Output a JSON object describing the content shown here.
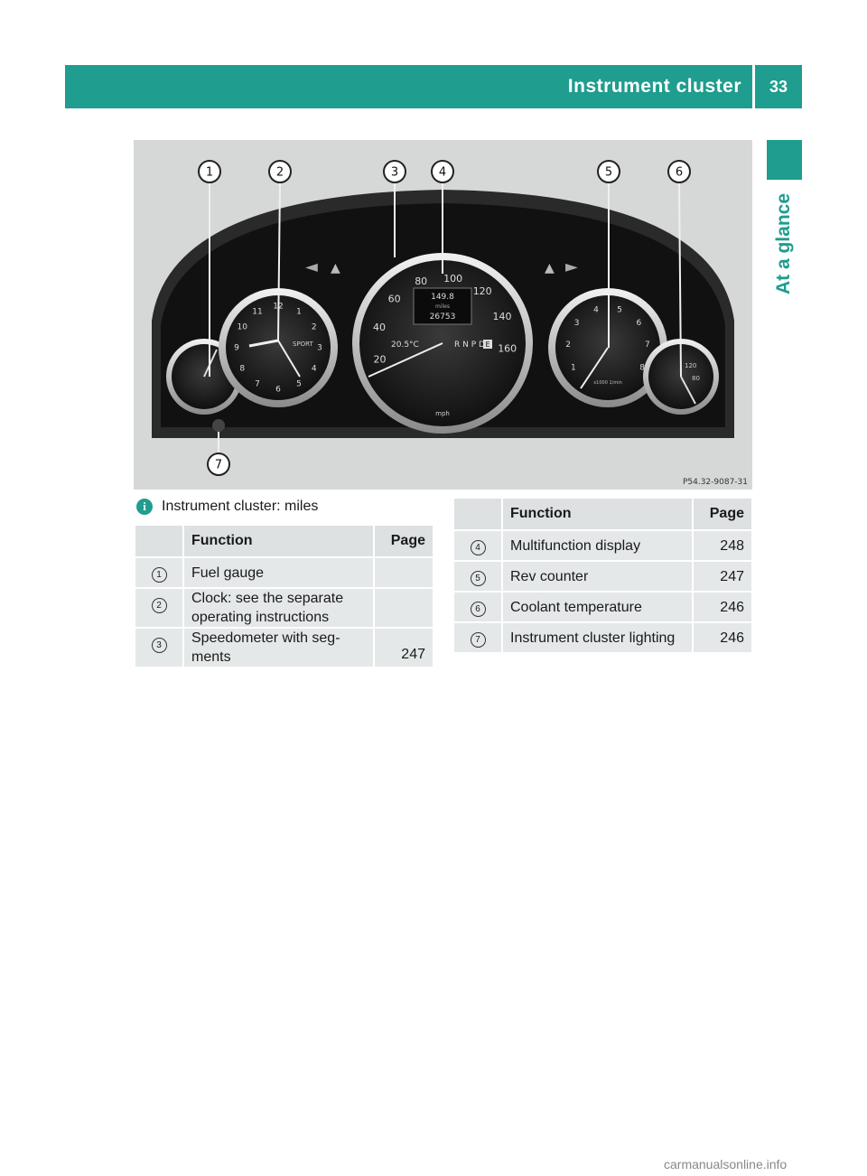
{
  "header": {
    "title": "Instrument cluster",
    "page": "33"
  },
  "side_label": "At a glance",
  "figure": {
    "ref_code": "P54.32-9087-31",
    "callouts": [
      "1",
      "2",
      "3",
      "4",
      "5",
      "6",
      "7"
    ],
    "speedo_ticks": [
      "20",
      "40",
      "60",
      "80",
      "100",
      "120",
      "140",
      "160"
    ],
    "speed_unit": "mph",
    "display": {
      "trip": "149.8",
      "unit": "miles",
      "odometer": "26753",
      "temp": "20.5°C",
      "gears": "R N P D",
      "mode": "E"
    },
    "clock_ticks": [
      "12",
      "1",
      "2",
      "3",
      "4",
      "5",
      "6",
      "7",
      "8",
      "9",
      "10",
      "11"
    ],
    "clock_label": "SPORT",
    "rev_ticks": [
      "1",
      "2",
      "3",
      "4",
      "5",
      "6",
      "7",
      "8"
    ],
    "rev_unit": "x1000 1/min",
    "coolant_ticks": [
      "120",
      "80"
    ]
  },
  "caption": "Instrument cluster: miles",
  "table_left": {
    "headers": {
      "function": "Function",
      "page": "Page"
    },
    "rows": [
      {
        "num": "1",
        "function": "Fuel gauge",
        "page": ""
      },
      {
        "num": "2",
        "function_line1": "Clock: see the separate",
        "function_line2": "operating instructions",
        "page": ""
      },
      {
        "num": "3",
        "function_line1": "Speedometer with seg-",
        "function_line2": "ments",
        "page": "247"
      }
    ]
  },
  "table_right": {
    "headers": {
      "function": "Function",
      "page": "Page"
    },
    "rows": [
      {
        "num": "4",
        "function": "Multifunction display",
        "page": "248"
      },
      {
        "num": "5",
        "function": "Rev counter",
        "page": "247"
      },
      {
        "num": "6",
        "function": "Coolant temperature",
        "page": "246"
      },
      {
        "num": "7",
        "function": "Instrument cluster lighting",
        "page": "246"
      }
    ]
  },
  "footer": "carmanualsonline.info"
}
